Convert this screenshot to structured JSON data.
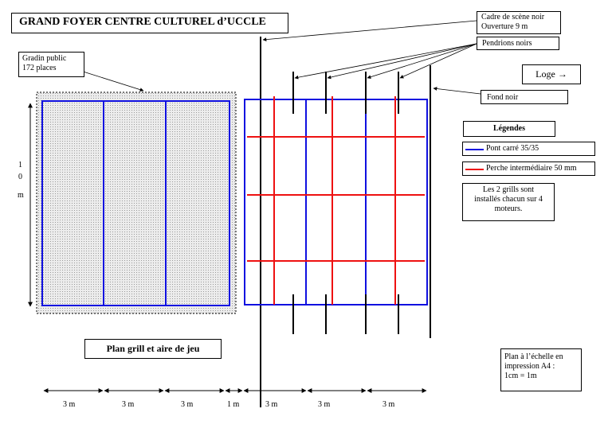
{
  "title": "GRAND FOYER CENTRE CULTUREL d’UCCLE",
  "labels": {
    "cadre_line1": "Cadre de scène noir",
    "cadre_line2": "Ouverture 9 m",
    "pendrions": "Pendrions noirs",
    "loge": "Loge →",
    "fond": "Fond noir",
    "gradin_line1": "Gradin public",
    "gradin_line2": "172 places",
    "plan": "Plan grill et aire de jeu",
    "scale_line1": "Plan à l’échelle en",
    "scale_line2": "impression A4 :",
    "scale_line3": "1cm = 1m"
  },
  "legend": {
    "title": "Légendes",
    "items": [
      {
        "label": "Pont carré 35/35",
        "color": "#1010e0"
      },
      {
        "label": "Perche intermédiaire 50 mm",
        "color": "#ee1111"
      }
    ],
    "note_line1": "Les 2  grills sont",
    "note_line2": "installés chacun sur 4",
    "note_line3": "moteurs."
  },
  "vertical_dimension": {
    "c1": "1",
    "c2": "0",
    "c3": "m"
  },
  "dimensions": [
    "3 m",
    "3 m",
    "3 m",
    "1 m",
    "3 m",
    "3 m",
    "3 m"
  ],
  "colors": {
    "truss": "#1010e0",
    "pipe": "#ee1111",
    "seating_fill": "#d8d8d8"
  }
}
